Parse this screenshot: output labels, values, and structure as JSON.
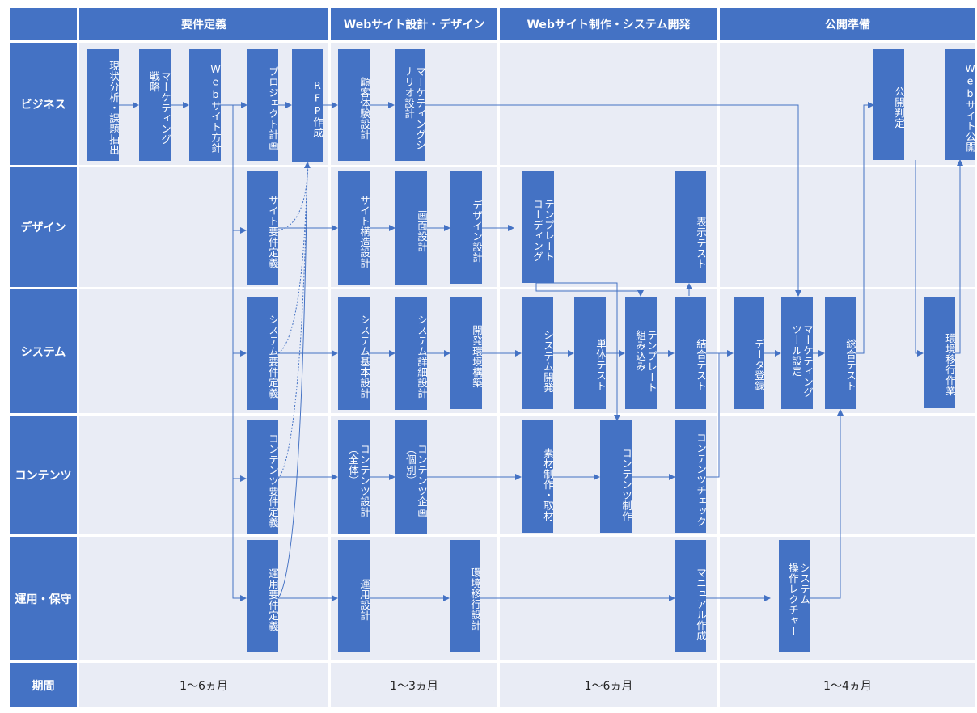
{
  "phases": [
    "要件定義",
    "Webサイト設計・デザイン",
    "Webサイト制作・システム開発",
    "公開準備"
  ],
  "rows": [
    "ビジネス",
    "デザイン",
    "システム",
    "コンテンツ",
    "運用・保守",
    "期間"
  ],
  "periods": [
    "1～6ヵ月",
    "1～3ヵ月",
    "1～6ヵ月",
    "1～4ヵ月"
  ],
  "tasks": {
    "genjo": "現状分析・課題抽出",
    "marketing": "マーケティング\n戦略",
    "houshin": "Webサイト方針",
    "project": "プロジェクト計画",
    "rfp": "RFP作成",
    "kokyaku": "顧客体験設計",
    "scenario": "マーケティングシ\nナリオ設計",
    "kohyo_hantei": "公開判定",
    "kohyo": "Webサイト公開",
    "site_yoken": "サイト要件定義",
    "site_kozo": "サイト構造設計",
    "gamen": "画面設計",
    "design": "デザイン設計",
    "template": "テンプレート\nコーディング",
    "hyoji": "表示テスト",
    "system_yoken": "システム要件定義",
    "system_kihon": "システム基本設計",
    "system_shosai": "システム詳細設計",
    "kaihatsu_kankyo": "開発環境構築",
    "system_kaihatsu": "システム開発",
    "tantai": "単体テスト",
    "template_kumikomi": "テンプレート\n組み込み",
    "ketsugo": "結合テスト",
    "data": "データ登録",
    "mktool": "マーケティング\nツール設定",
    "sogo": "総合テスト",
    "ikou": "環境移行作業",
    "contents_yoken": "コンテンツ要件定義",
    "contents_sekkei": "コンテンツ設計\n（全体）",
    "contents_kikaku": "コンテンツ企画\n（個別）",
    "sozai": "素材制作・取材",
    "contents_seisaku": "コンテンツ制作",
    "contents_check": "コンテンツチェック",
    "unyo_yoken": "運用要件定義",
    "unyo_sekkei": "運用設計",
    "kankyo_ikou_sekkei": "環境移行設計",
    "manual": "マニュアル作成",
    "lecture": "システム\n操作レクチャー"
  },
  "colors": {
    "accent": "#4472c4",
    "lane": "#e9ecf5",
    "arrow": "#4472c4"
  }
}
